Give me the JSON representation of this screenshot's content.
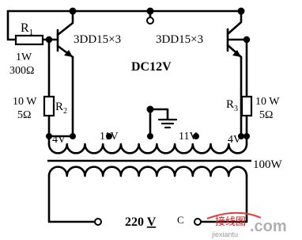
{
  "labels": {
    "r1": "R",
    "r1_sub": "1",
    "r1_power": "1W",
    "r1_value": "300Ω",
    "r2": "R",
    "r2_sub": "2",
    "r2_power": "10 W",
    "r2_value": "5Ω",
    "r3": "R",
    "r3_sub": "3",
    "r3_power": "10 W",
    "r3_value": "5Ω",
    "transistor_left": "3DD15×3",
    "transistor_right": "3DD15×3",
    "supply": "DC12V",
    "tap_4v_left": "4V",
    "tap_11v_left": "11V",
    "tap_11v_right": "11V",
    "tap_4v_right": "4V",
    "power_rating": "100W",
    "mains_value": "220",
    "mains_unit": "V"
  },
  "watermark": {
    "cn_text": "接线图",
    "url": "jiexiantu",
    "domain": ".com"
  },
  "colors": {
    "ink": "#000000",
    "watermark_red": "#d8191f",
    "watermark_gray": "#b0b0b0"
  }
}
